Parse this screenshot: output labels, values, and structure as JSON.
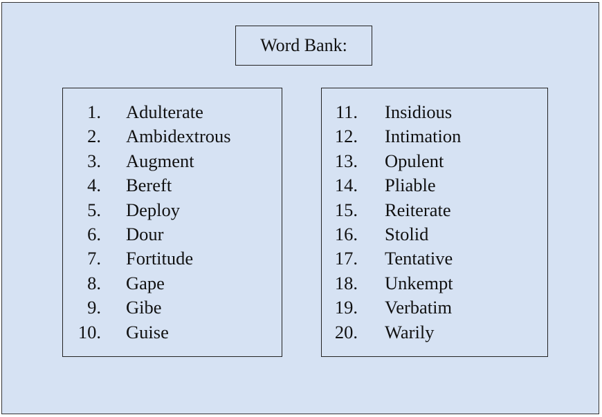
{
  "title": "Word Bank:",
  "columns": [
    {
      "items": [
        {
          "num": "1.",
          "word": "Adulterate"
        },
        {
          "num": "2.",
          "word": "Ambidextrous"
        },
        {
          "num": "3.",
          "word": "Augment"
        },
        {
          "num": "4.",
          "word": "Bereft"
        },
        {
          "num": "5.",
          "word": "Deploy"
        },
        {
          "num": "6.",
          "word": "Dour"
        },
        {
          "num": "7.",
          "word": "Fortitude"
        },
        {
          "num": "8.",
          "word": "Gape"
        },
        {
          "num": "9.",
          "word": "Gibe"
        },
        {
          "num": "10.",
          "word": "Guise"
        }
      ]
    },
    {
      "items": [
        {
          "num": "11.",
          "word": "Insidious"
        },
        {
          "num": "12.",
          "word": "Intimation"
        },
        {
          "num": "13.",
          "word": "Opulent"
        },
        {
          "num": "14.",
          "word": "Pliable"
        },
        {
          "num": "15.",
          "word": "Reiterate"
        },
        {
          "num": "16.",
          "word": "Stolid"
        },
        {
          "num": "17.",
          "word": "Tentative"
        },
        {
          "num": "18.",
          "word": "Unkempt"
        },
        {
          "num": "19.",
          "word": "Verbatim"
        },
        {
          "num": "20.",
          "word": "Warily"
        }
      ]
    }
  ]
}
